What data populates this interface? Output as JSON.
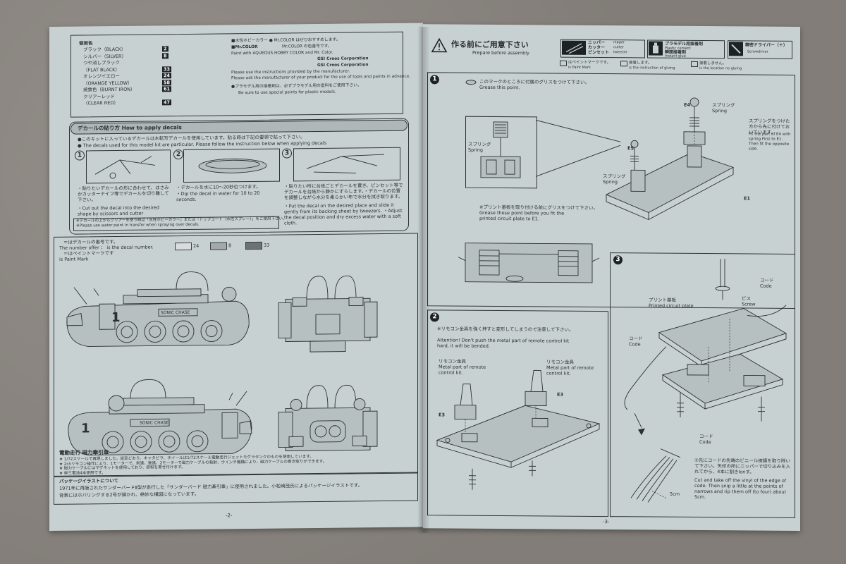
{
  "left_page": {
    "color_list": {
      "rows": [
        {
          "name": "ブラック（BLACK）",
          "code": "2"
        },
        {
          "name": "シルバー（SILVER）",
          "code": "8"
        },
        {
          "name": "つや消しブラック",
          "code": ""
        },
        {
          "name": "（FLAT BLACK）",
          "code": "33"
        },
        {
          "name": "オレンジイエロー",
          "code": "24"
        },
        {
          "name": "（ORANGE YELLOW）",
          "code": "58"
        },
        {
          "name": "焼鉄色（BURNT IRON）",
          "code": "61"
        },
        {
          "name": "クリアーレッド",
          "code": ""
        },
        {
          "name": "（CLEAR RED）",
          "code": "47"
        }
      ],
      "heading": "使用色"
    },
    "mr_color_notes": [
      "■水性ホビーカラー ● Mr.COLOR はぜひおすすめします。",
      "■Mr.COLOR",
      "Mr.COLOR の色番号です。",
      "Paint with AQUEOUS HOBBY COLOR and Mr. Color.",
      "GSI Creos Corporation",
      "GSI Creos Corporation",
      "Please use the instructions provided by the manufacturer.",
      "Please ask the manufacturer of your product for the use of tools and paints in advance.",
      "●プラモデル用の接着剤は、必ずプラモデル用の塗料をご使用下さい。",
      "Be sure to use special paints for plastic models."
    ],
    "decal": {
      "title": "デカールの貼り方 How to apply decals",
      "intro_jp": "●このキットに入っているデカールは水転写デカールを使用しています。貼る時は下記の要領で貼って下さい。",
      "intro_en": "● The decals used for this model kit are particular. Please follow the instruction below when applying decals",
      "steps": [
        {
          "num": "1",
          "jp": "・貼りたいデカールの形に合わせて、はさみかカッターナイフ等でデカールを切り離して下さい。",
          "en": "・Cut out the decal into the desired shape by scissors and cutter"
        },
        {
          "num": "2",
          "jp": "・デカールを水に10〜20秒位つけます。",
          "en": "・Dip the decal in water for 10 to 20 seconds."
        },
        {
          "num": "3",
          "jp": "・貼りたい所に台紙ごとデカールを置き、ピンセット等でデカールを台紙から静かにずらします。・デカールの位置を調整しながら水分を柔らかい布で水分を拭き取ります。",
          "en": "・Put the decal on the desired place and slide it gently from its backing sheet by tweezers. ・Adjust the decal position and dry excess water with a soft cloth."
        }
      ],
      "footnote": "※デカールの上からクリアーを使う時は「水性ホビーカラー」または「トップコート（水性スプレー）」をご使用下さい。",
      "footnote_en": "※Please use water paint in transfer when spraying over decals."
    },
    "diagram_legend": {
      "decal_number": "＝はデカールの番号です。",
      "decal_number_en": "The number offer ： is the decal number.",
      "paint_mark": "＝はペイントマークです",
      "paint_mark_en": "is Paint Mark",
      "swatch_codes": [
        "24",
        "8",
        "33"
      ],
      "swatch_colors": [
        "#d8dcdc",
        "#a3a9aa",
        "#6d7274"
      ]
    },
    "vehicle_marks": {
      "unit_number": "1",
      "plate_text": "SONIC CHASE"
    },
    "description": {
      "title": "電動走行 磁力牽引車",
      "lines": [
        "★ 1/72スケールで再現しました。設定どおり、キャタピラ、ホイールは1/72スケール電動走行ジェットモグラタンクのものを使用しています。",
        "★ 2chリモコン操作により、1モーターで、前進、後進、2モーターで磁力ケーブルの発射、ウインチ機構により、磁力ケーブルの巻き取りができます。",
        "★ 磁力ケーブルにはマグネットを使用しており、鉄粉を寄せ付けます。",
        "★ 単三電池4本使用です。"
      ]
    },
    "package_note": {
      "title": "パッケージイラストについて",
      "lines": [
        "1971年に再販されたサンダーバードⅡ型が走行した「サンダーバード 磁力牽引車」に使用されました。小松崎茂氏によるパッケージイラストです。",
        "背景にはホバリングする2号が描かれ、絶妙な構図になっています。"
      ]
    },
    "page_number": "-2-"
  },
  "right_page": {
    "header": {
      "title": "作る前にご用意下さい",
      "subtitle": "Prepare before assembly",
      "tools": [
        {
          "jp": "ニッパー",
          "en": "nipper",
          "jp2": "カッター",
          "en2": "cutter",
          "jp3": "ピンセット",
          "en3": "tweezer"
        },
        {
          "jp": "プラモデル用接着剤",
          "en": "Plastic cement",
          "jp2": "瞬間接着剤",
          "en2": "Instant glue"
        },
        {
          "jp": "精密ドライバー（＋）",
          "en": "Screwdriver"
        }
      ]
    },
    "legend": [
      {
        "jp": "はペイントマークです。",
        "en": "is Paint Mark"
      },
      {
        "jp": "接着します。",
        "en": "is the instruction of gluing"
      },
      {
        "jp": "接着しません。",
        "en": "is the location no gluing"
      }
    ],
    "step1": {
      "num": "1",
      "grease_jp": "このマークのところに付属のグリスをつけて下さい。",
      "grease_en": "Grease this point.",
      "spring": "スプリング",
      "spring_en": "Spring",
      "parts": [
        "E4",
        "E5",
        "E1"
      ],
      "spring_note_jp": "スプリングをつけた方から先に付けておいています。",
      "spring_note_en": "Fit the part of E4 with spring First to E1. Then fit the opposite side.",
      "grease_note_jp": "※プリント基板を取り付ける前にグリスをつけて下さい。",
      "grease_note_en": "Grease these point before you fit the printed circuit plate to E1."
    },
    "step2": {
      "num": "2",
      "warn_jp": "※リモコン金具を強く押すと変形してしまうので注意して下さい。",
      "warn_en": "Attention! Don't push the metal part of remote control kit hard, it will be bended.",
      "metal_jp": "リモコン金具",
      "metal_en": "Metal part of remote control kit.",
      "parts": [
        "E3",
        "E3"
      ]
    },
    "step3": {
      "num": "3",
      "cord": "コード",
      "cord_en": "Code",
      "pcb": "プリント基板",
      "pcb_en": "Printed circuit plate",
      "screw": "ビス",
      "screw_en": "Screw",
      "cut_jp": "①先にコードの先端のビニール被膜を取り除いて下さい。矢印の所にニッパーで切り込みを入れてから、4本に割きlonす。",
      "cut_en": "Cut and take off the vinyl of the edge of code. Then snip a little at the points of narrows and rip them off (to four) about 5cm.",
      "length": "5cm"
    },
    "page_number": "-3-"
  }
}
